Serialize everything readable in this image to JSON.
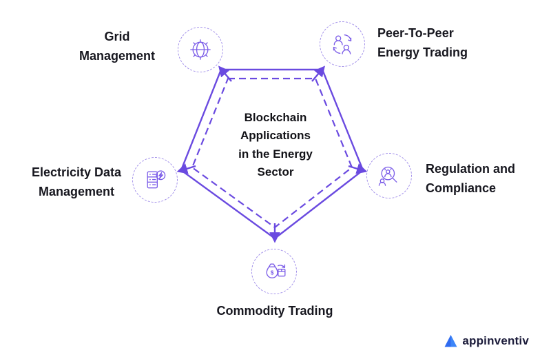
{
  "diagram": {
    "title": "Blockchain\nApplications\nin the Energy\nSector",
    "nodes": [
      {
        "id": "grid-management",
        "label": "Grid\nManagement",
        "icon": "gear-globe-icon"
      },
      {
        "id": "peer-to-peer-energy-trading",
        "label": "Peer-To-Peer\nEnergy Trading",
        "icon": "people-cycle-icon"
      },
      {
        "id": "electricity-data-management",
        "label": "Electricity Data\nManagement",
        "icon": "server-lightning-icon"
      },
      {
        "id": "regulation-and-compliance",
        "label": "Regulation and\nCompliance",
        "icon": "compliance-audit-icon"
      },
      {
        "id": "commodity-trading",
        "label": "Commodity Trading",
        "icon": "money-bag-package-icon"
      }
    ],
    "colors": {
      "accent": "#6a4ae0",
      "icon_stroke": "#7b5ce8",
      "dashed_ring": "#a391ea",
      "text": "#17171f"
    }
  },
  "footer": {
    "brand": "appinventiv"
  }
}
